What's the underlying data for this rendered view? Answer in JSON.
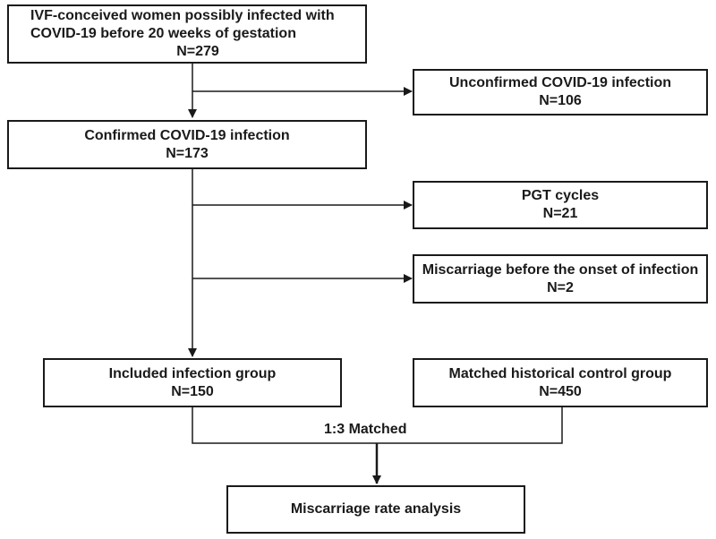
{
  "nodes": {
    "initial": {
      "line1": "IVF-conceived women possibly infected with",
      "line2": "COVID-19 before 20 weeks of gestation",
      "count": "N=279"
    },
    "unconfirmed": {
      "label": "Unconfirmed COVID-19 infection",
      "count": "N=106"
    },
    "confirmed": {
      "label": "Confirmed COVID-19 infection",
      "count": "N=173"
    },
    "pgt": {
      "label": "PGT cycles",
      "count": "N=21"
    },
    "miscarriage_before": {
      "label": "Miscarriage before the onset of infection",
      "count": "N=2"
    },
    "included": {
      "label": "Included infection group",
      "count": "N=150"
    },
    "control": {
      "label": "Matched historical control group",
      "count": "N=450"
    },
    "analysis": {
      "label": "Miscarriage rate analysis"
    }
  },
  "match_label": "1:3 Matched",
  "colors": {
    "stroke": "#1a1a1a",
    "background": "#ffffff"
  }
}
